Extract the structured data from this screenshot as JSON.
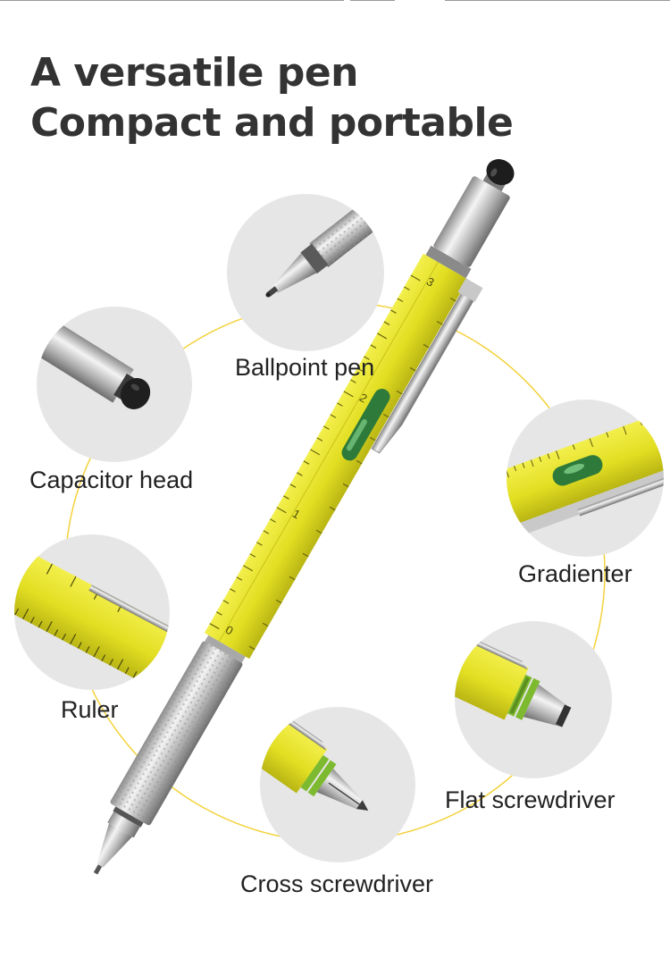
{
  "headline": {
    "line1": "A versatile pen",
    "line2": "Compact and portable"
  },
  "features": {
    "ballpoint": "Ballpoint pen",
    "capacitor": "Capacitor head",
    "gradienter": "Gradienter",
    "ruler": "Ruler",
    "flat": "Flat screwdriver",
    "cross": "Cross screwdriver"
  },
  "pen_scale_marks": [
    "0",
    "1",
    "2",
    "3"
  ],
  "colors": {
    "pen_body": "#e6e227",
    "ring": "#f4d23c",
    "circle_bg": "#e6e6e6",
    "level_bubble": "#2e7a3a",
    "headline": "#333333"
  },
  "icons": {
    "pen": "multi-tool-pen-illustration"
  }
}
